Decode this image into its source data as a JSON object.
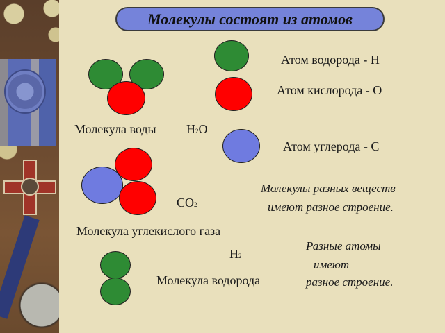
{
  "title": "Молекулы состоят из атомов",
  "colors": {
    "hydrogen": "#2e8b34",
    "oxygen": "#ff0000",
    "carbon": "#6f7be0",
    "title_bg": "#7583da",
    "background": "#e9e0bc"
  },
  "legend": {
    "hydrogen": "Атом водорода - Н",
    "oxygen": "Атом кислорода - О",
    "carbon": "Атом углерода - С"
  },
  "molecules": {
    "water": {
      "label": "Молекула воды",
      "formula_main": "Н",
      "formula_sub": "2",
      "formula_tail": "О"
    },
    "co2": {
      "label": "Молекула углекислого газа",
      "formula_main": "СО",
      "formula_sub": "2"
    },
    "hydrogen": {
      "label": "Молекула водорода",
      "formula_main": "Н",
      "formula_sub": "2"
    }
  },
  "notes": {
    "note1_line1": "Молекулы разных веществ",
    "note1_line2": "имеют разное строение.",
    "note2_line1": "Разные атомы",
    "note2_line2": "имеют",
    "note2_line3": "разное строение."
  }
}
